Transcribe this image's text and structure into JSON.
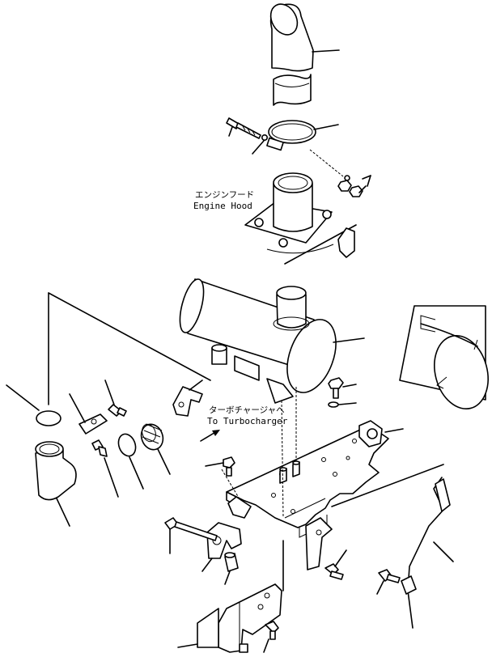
{
  "annotations": {
    "engine_hood_jp": "エンジンフード",
    "engine_hood_en": "Engine Hood",
    "turbo_jp": "ターボチャージャへ",
    "turbo_en": "To Turbocharger"
  }
}
